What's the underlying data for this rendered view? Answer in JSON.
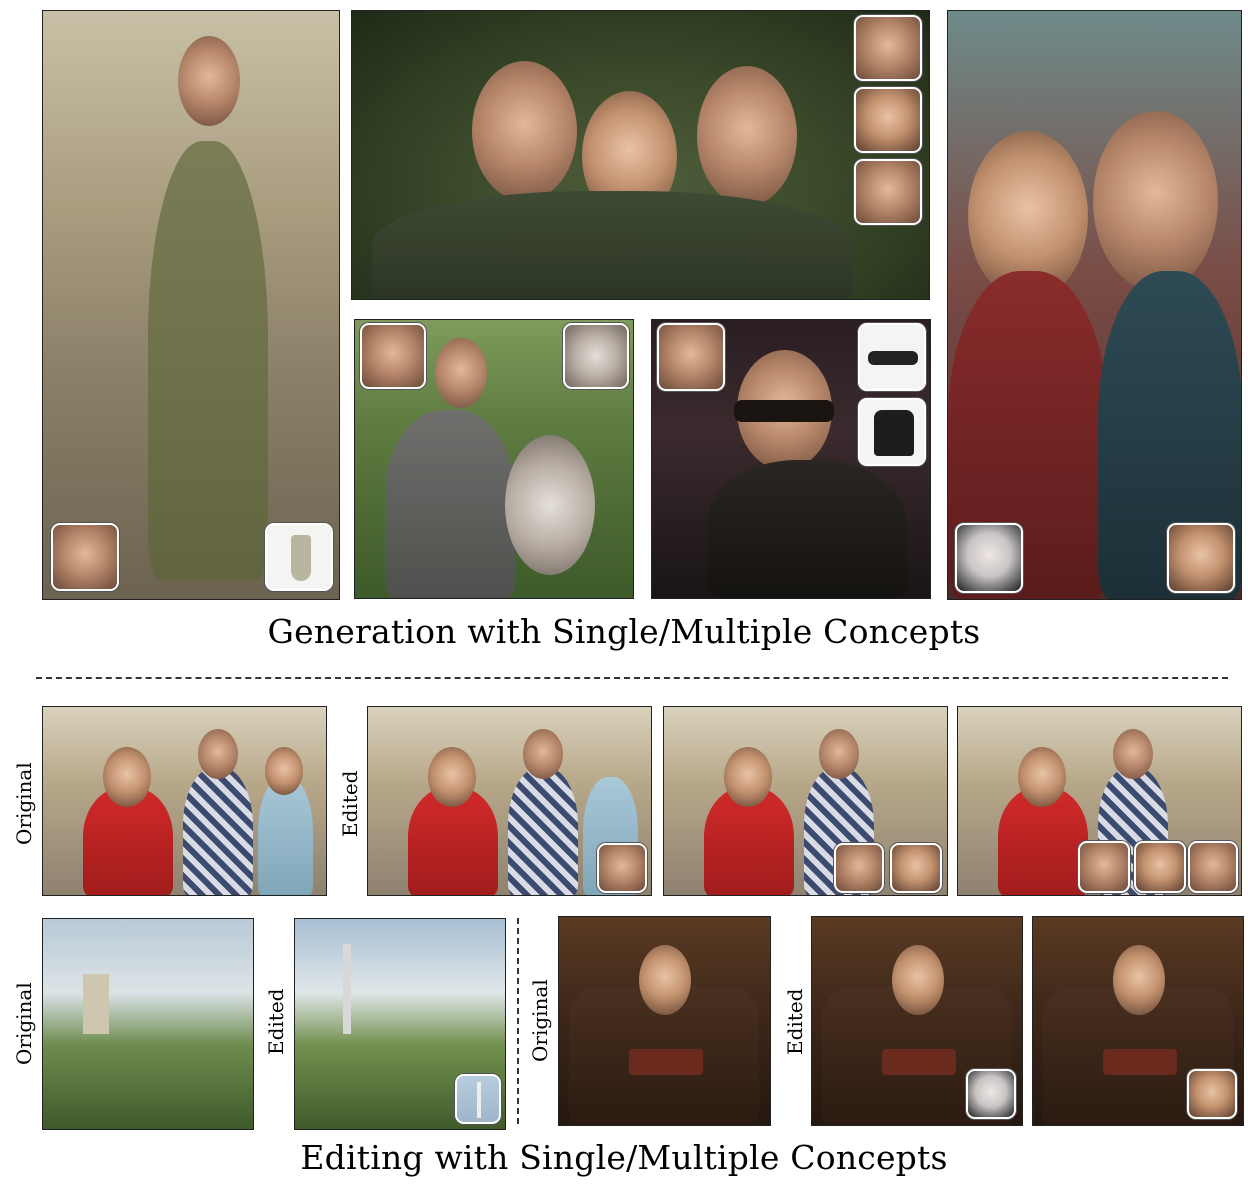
{
  "top_caption": "Generation with Single/Multiple Concepts",
  "bottom_caption": "Editing with Single/Multiple Concepts",
  "labels": {
    "original": "Original",
    "edited": "Edited"
  }
}
